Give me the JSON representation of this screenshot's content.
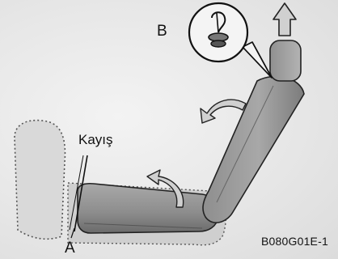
{
  "labels": {
    "b": "B",
    "kayis": "Kayış",
    "a": "A",
    "code": "B080G01E-1"
  },
  "colors": {
    "ink": "#111111",
    "seat_fill": "#9c9c9c",
    "seat_dark": "#6f6f6f",
    "arrow_fill": "#d0d0d0",
    "background": "#e9e9e9"
  },
  "icons": {
    "b_detail": "recline-knob-icon",
    "arrow_up": "arrow-up-icon",
    "arrow_backrest": "curved-arrow-icon",
    "arrow_cushion": "curved-arrow-icon"
  }
}
